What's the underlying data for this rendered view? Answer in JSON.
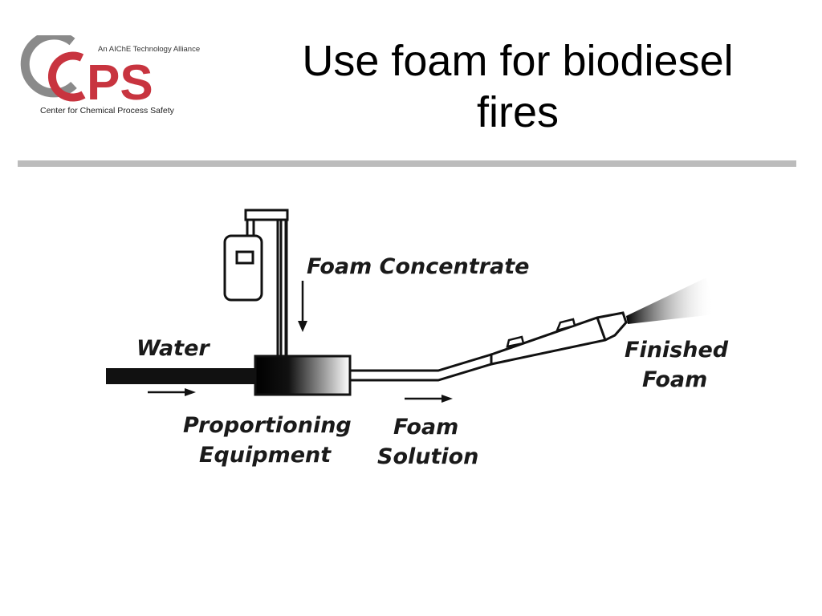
{
  "logo": {
    "tagline": "An AIChE Technology Alliance",
    "mark": "PS",
    "subtitle": "Center for Chemical Process Safety",
    "colors": {
      "gray": "#8a8a8a",
      "red": "#c8343f"
    }
  },
  "slide": {
    "title_line1": "Use foam for biodiesel",
    "title_line2": "fires"
  },
  "diagram": {
    "labels": {
      "foam_concentrate": "Foam Concentrate",
      "water": "Water",
      "proportioning_line1": "Proportioning",
      "proportioning_line2": "Equipment",
      "foam_solution_line1": "Foam",
      "foam_solution_line2": "Solution",
      "finished_foam_line1": "Finished",
      "finished_foam_line2": "Foam"
    }
  }
}
